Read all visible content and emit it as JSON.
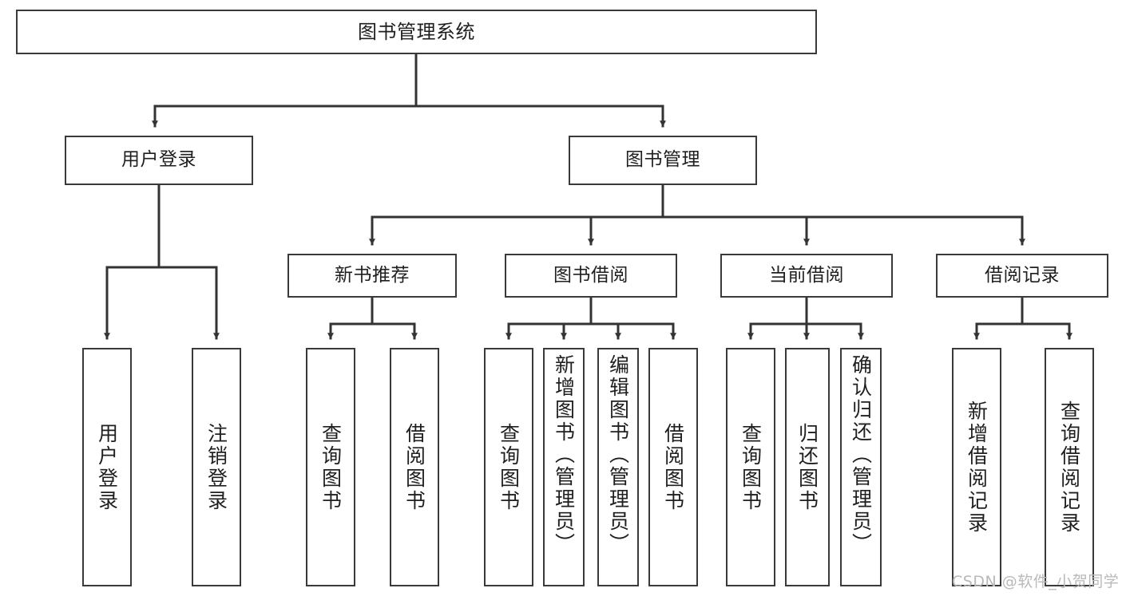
{
  "diagram": {
    "title": "图书管理系统",
    "watermark": "CSDN @软件_小贺同学",
    "colors": {
      "box_border": "#3a3a3a",
      "connector": "#333333",
      "background": "#ffffff",
      "text": "#1f1f1f",
      "watermark": "#b9b9b9"
    },
    "root": {
      "label": "图书管理系统"
    },
    "level2": [
      {
        "label": "用户登录"
      },
      {
        "label": "图书管理"
      }
    ],
    "level3": [
      {
        "label": "新书推荐"
      },
      {
        "label": "图书借阅"
      },
      {
        "label": "当前借阅"
      },
      {
        "label": "借阅记录"
      }
    ],
    "leaves": {
      "user_login": [
        {
          "label": "用户登录"
        },
        {
          "label": "注销登录"
        }
      ],
      "new_book_recommend": [
        {
          "label": "查询图书"
        },
        {
          "label": "借阅图书"
        }
      ],
      "book_borrow": [
        {
          "label": "查询图书"
        },
        {
          "label": "新增图书（管理员）"
        },
        {
          "label": "编辑图书（管理员）"
        },
        {
          "label": "借阅图书"
        }
      ],
      "current_borrow": [
        {
          "label": "查询图书"
        },
        {
          "label": "归还图书"
        },
        {
          "label": "确认归还（管理员）"
        }
      ],
      "borrow_records": [
        {
          "label": "新增借阅记录"
        },
        {
          "label": "查询借阅记录"
        }
      ]
    }
  }
}
